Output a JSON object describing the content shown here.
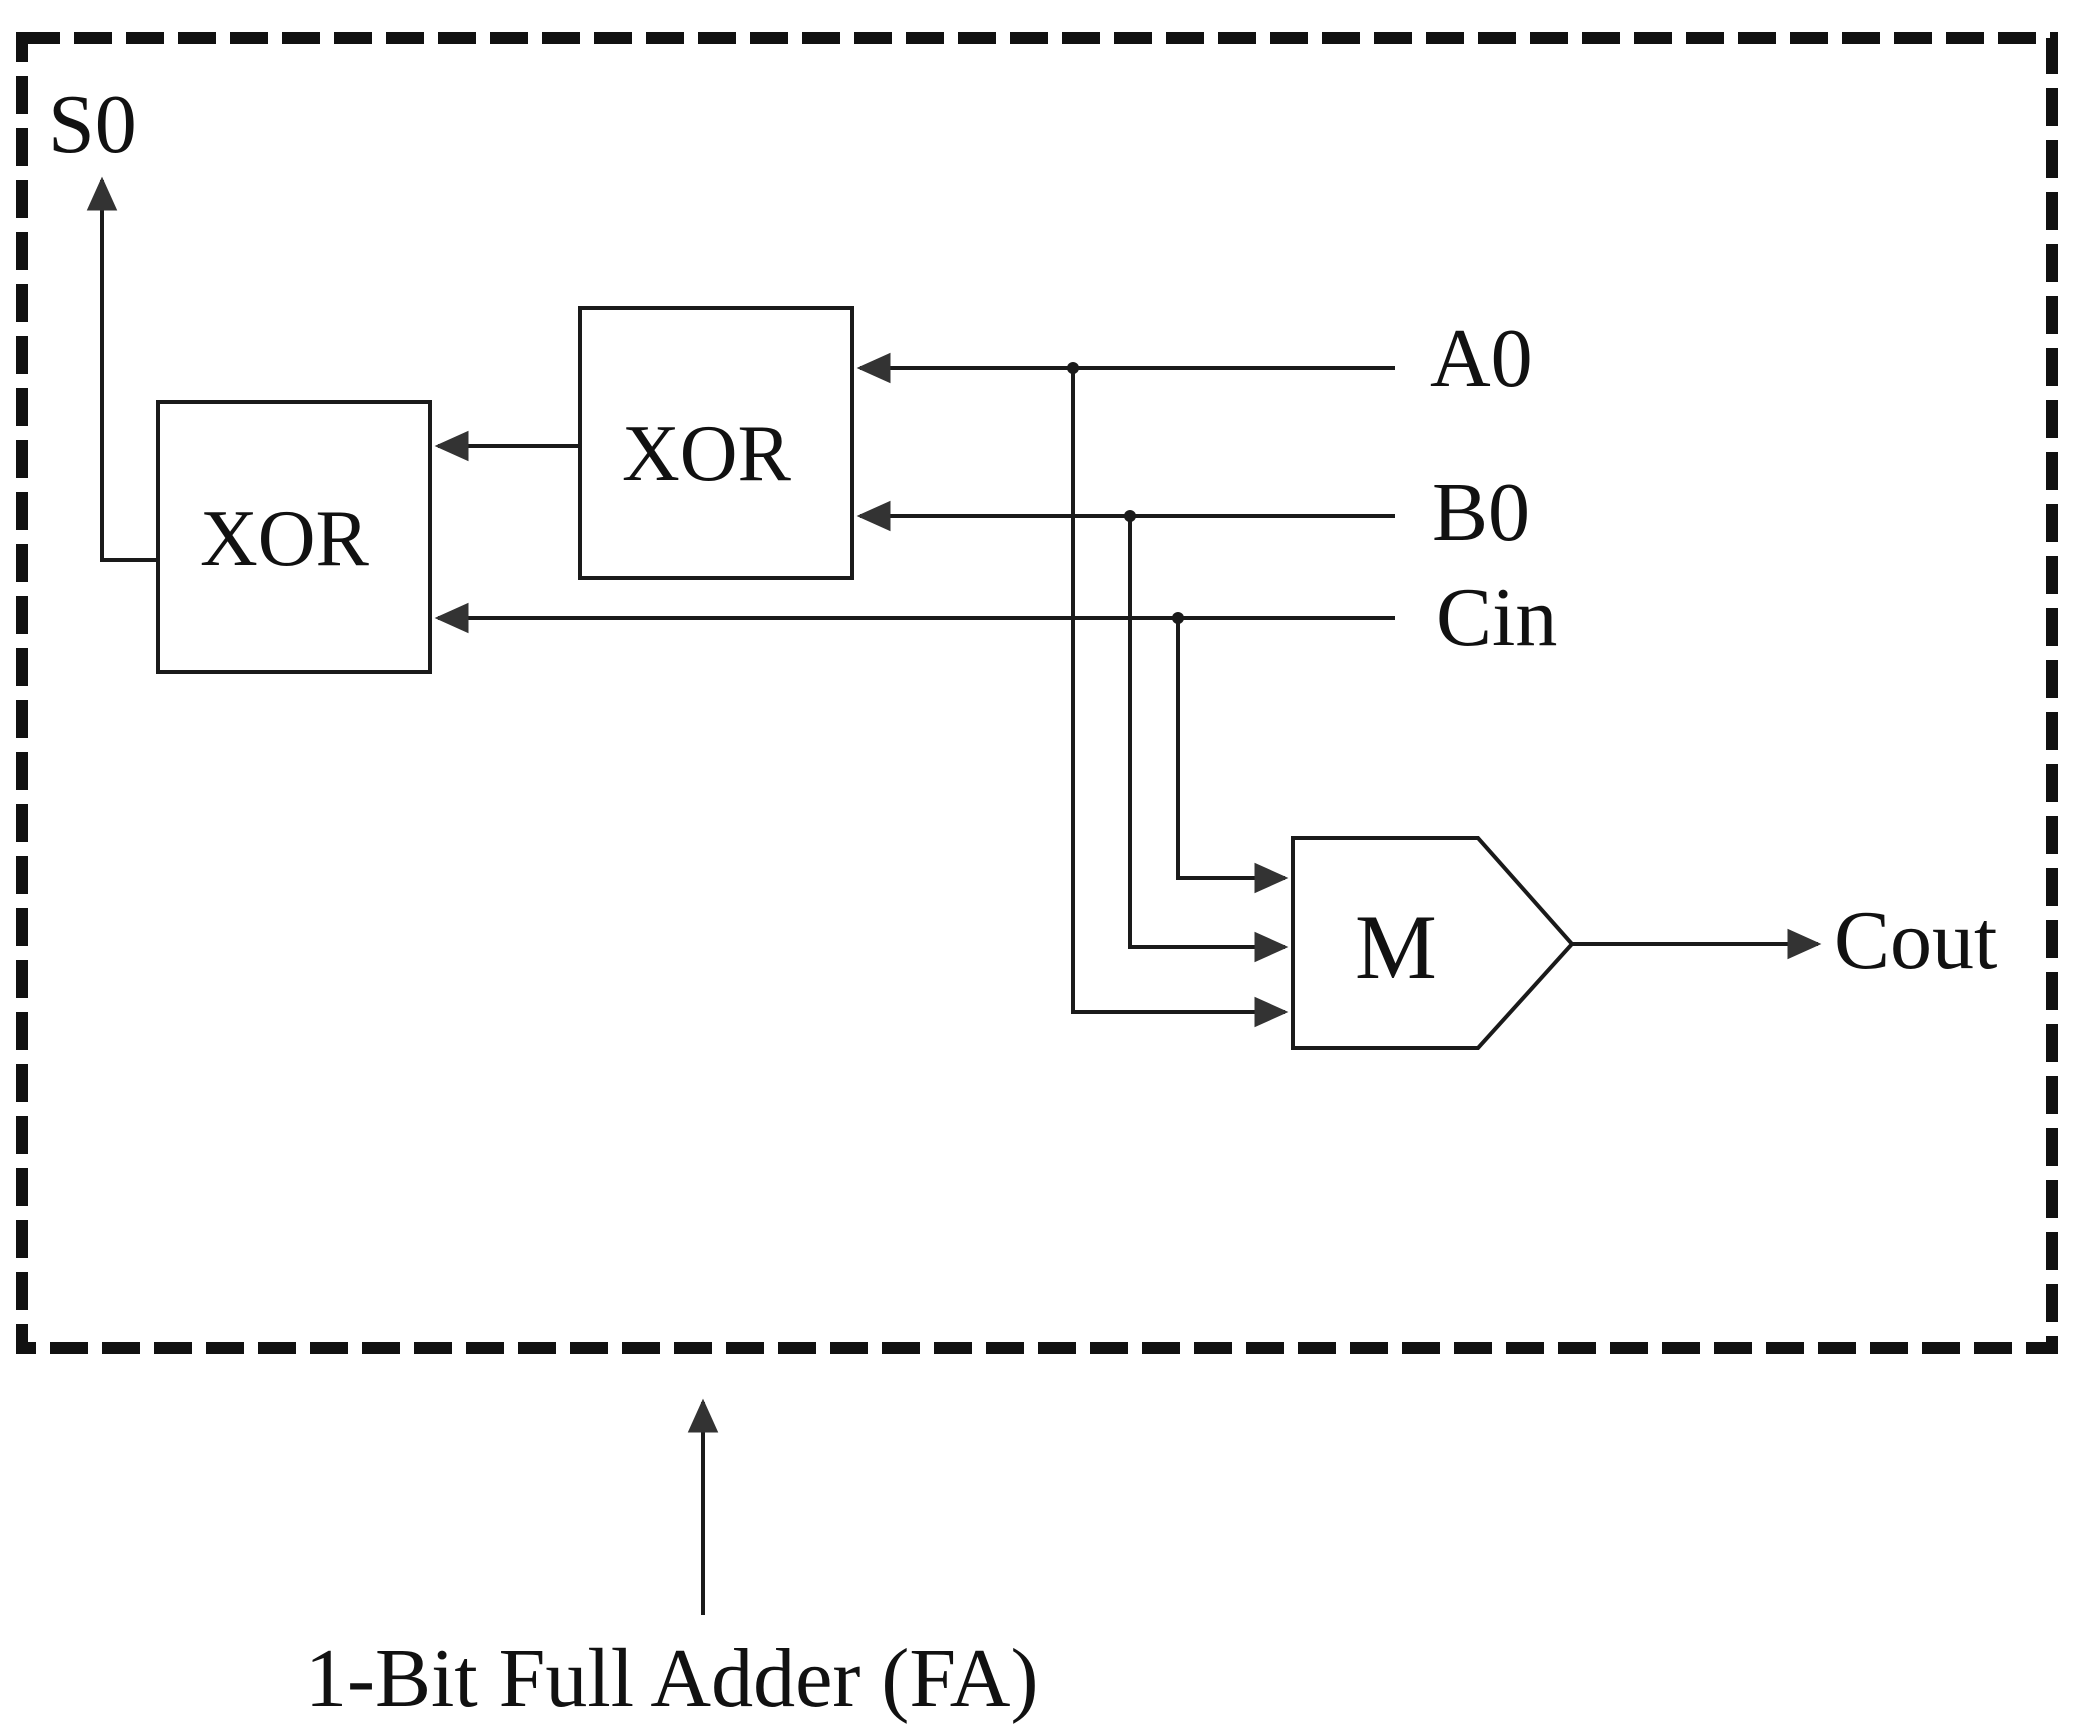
{
  "labels": {
    "s0": "S0",
    "a0": "A0",
    "b0": "B0",
    "cin": "Cin",
    "cout": "Cout",
    "xor1": "XOR",
    "xor2": "XOR",
    "majority": "M",
    "caption": "1-Bit Full Adder (FA)"
  }
}
